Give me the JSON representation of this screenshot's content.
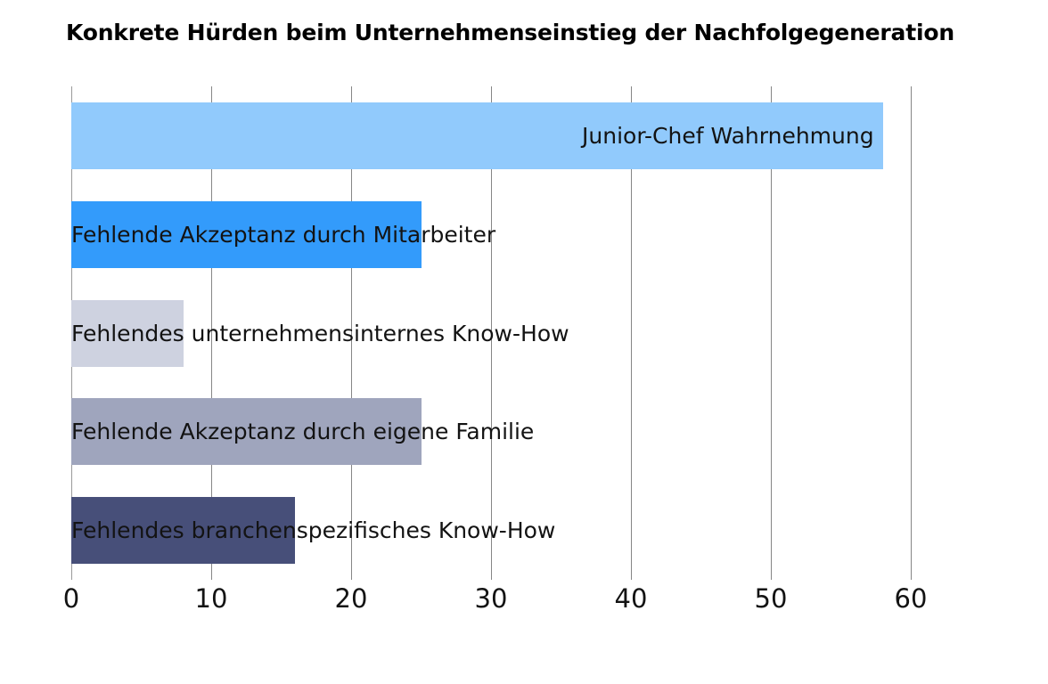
{
  "chart_data": {
    "type": "bar",
    "orientation": "horizontal",
    "title": "Konkrete Hürden beim Unternehmenseinstieg der Nachfolgegeneration",
    "xlabel": "",
    "ylabel": "",
    "xlim": [
      0,
      60
    ],
    "xticks": [
      0,
      10,
      20,
      30,
      40,
      50,
      60
    ],
    "xtick_labels": [
      "0",
      "10",
      "20",
      "30",
      "40",
      "50",
      "60"
    ],
    "grid": true,
    "legend": "none",
    "label_position": "inside-end",
    "categories": [
      "Junior-Chef Wahrnehmung",
      "Fehlende Akzeptanz durch Mitarbeiter",
      "Fehlendes unternehmensinternes Know-How",
      "Fehlende Akzeptanz durch eigene Familie",
      "Fehlendes branchenspezifisches Know-How"
    ],
    "values": [
      58,
      25,
      8,
      25,
      16
    ],
    "bar_colors": [
      "#91caFC",
      "#339bfb",
      "#ced2e0",
      "#9fa5bd",
      "#474f79"
    ],
    "bars": [
      {
        "label": "Junior-Chef Wahrnehmung",
        "value": 58,
        "color": "#91caFC"
      },
      {
        "label": "Fehlende Akzeptanz durch Mitarbeiter",
        "value": 25,
        "color": "#339bfb"
      },
      {
        "label": "Fehlendes unternehmensinternes Know-How",
        "value": 8,
        "color": "#ced2e0"
      },
      {
        "label": "Fehlende Akzeptanz durch eigene Familie",
        "value": 25,
        "color": "#9fa5bd"
      },
      {
        "label": "Fehlendes branchenspezifisches Know-How",
        "value": 16,
        "color": "#474f79"
      }
    ],
    "gridline_color": "#868686",
    "background_color": "#ffffff",
    "text_color": "#131313"
  }
}
